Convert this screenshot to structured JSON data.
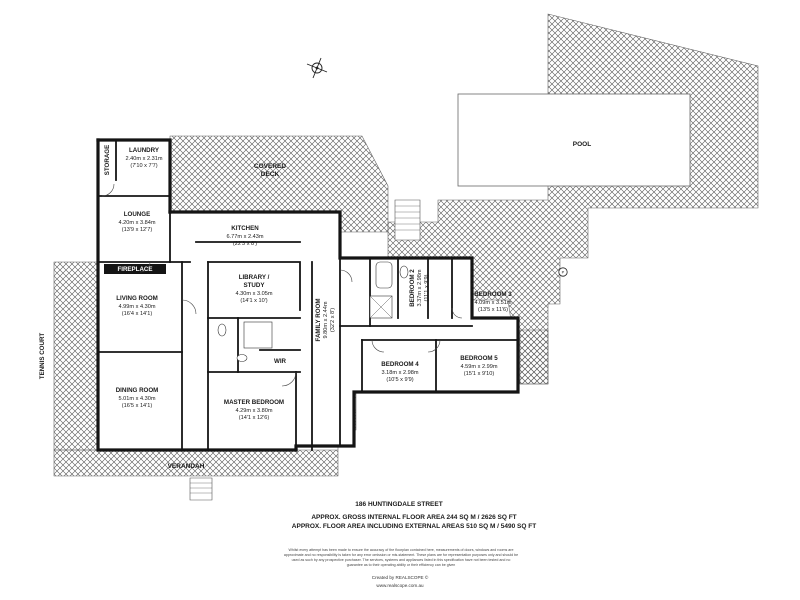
{
  "rooms": {
    "laundry": {
      "name": "LAUNDRY",
      "dims": "2.40m x 2.31m",
      "imperial": "(7'10 x 7'7)"
    },
    "storage": {
      "name": "STORAGE"
    },
    "lounge": {
      "name": "LOUNGE",
      "dims": "4.20m x 3.84m",
      "imperial": "(13'9 x 12'7)"
    },
    "kitchen": {
      "name": "KITCHEN",
      "dims": "6.77m x 2.43m",
      "imperial": "(22'3 x 8')"
    },
    "fireplace": {
      "name": "FIREPLACE"
    },
    "living": {
      "name": "LIVING ROOM",
      "dims": "4.99m x 4.30m",
      "imperial": "(16'4 x 14'1)"
    },
    "dining": {
      "name": "DINING ROOM",
      "dims": "5.01m x 4.30m",
      "imperial": "(16'5 x 14'1)"
    },
    "library": {
      "name": "LIBRARY /",
      "name2": "STUDY",
      "dims": "4.30m x 3.05m",
      "imperial": "(14'1 x 10')"
    },
    "wir": {
      "name": "WIR"
    },
    "master": {
      "name": "MASTER BEDROOM",
      "dims": "4.29m x 3.80m",
      "imperial": "(14'1 x 12'6)"
    },
    "family": {
      "name": "FAMILY ROOM",
      "dims": "9.80m x 2.44m",
      "imperial": "(32'2 x 8')"
    },
    "bed2": {
      "name": "BEDROOM 2",
      "dims": "3.37m x 2.98m",
      "imperial": "(11'1 x 9'9)"
    },
    "bed3": {
      "name": "BEDROOM 3",
      "dims": "4.09m x 3.51m",
      "imperial": "(13'5 x 11'6)"
    },
    "bed4": {
      "name": "BEDROOM 4",
      "dims": "3.18m x 2.98m",
      "imperial": "(10'5 x 9'9)"
    },
    "bed5": {
      "name": "BEDROOM 5",
      "dims": "4.59m x 2.99m",
      "imperial": "(15'1 x 9'10)"
    }
  },
  "areas": {
    "covered_deck": "COVERED",
    "covered_deck2": "DECK",
    "pool": "POOL",
    "verandah": "VERANDAH",
    "tennis_court": "TENNIS COURT"
  },
  "footer": {
    "address": "186 HUNTINGDALE STREET",
    "gross_area": "APPROX. GROSS INTERNAL FLOOR AREA 244 SQ M / 2626 SQ FT",
    "total_area": "APPROX. FLOOR AREA INCLUDING EXTERNAL AREAS 510 SQ M / 5490 SQ FT",
    "disclaimer": [
      "Whilst every attempt has been made to ensure the accuracy of the floorplan contained here, measurements of doors, windows and rooms are",
      "approximate and no responsibility is taken for any error omission or mis-statement. These plans are for representation purposes only and should be",
      "used as such by any prospective purchaser. The services, systems and appliances listed in this specification have not been tested and no",
      "guarantee as to their operating ability or their efficiency can be given"
    ],
    "credit": "Created by REALSCOPE ©",
    "website": "www.realscope.com.au"
  },
  "colors": {
    "wall": "#141414",
    "hatch": "#555555",
    "text": "#1a1a1a"
  },
  "icons": {
    "compass": "compass-rose-icon",
    "pool_gate": "gate-marker-icon"
  }
}
